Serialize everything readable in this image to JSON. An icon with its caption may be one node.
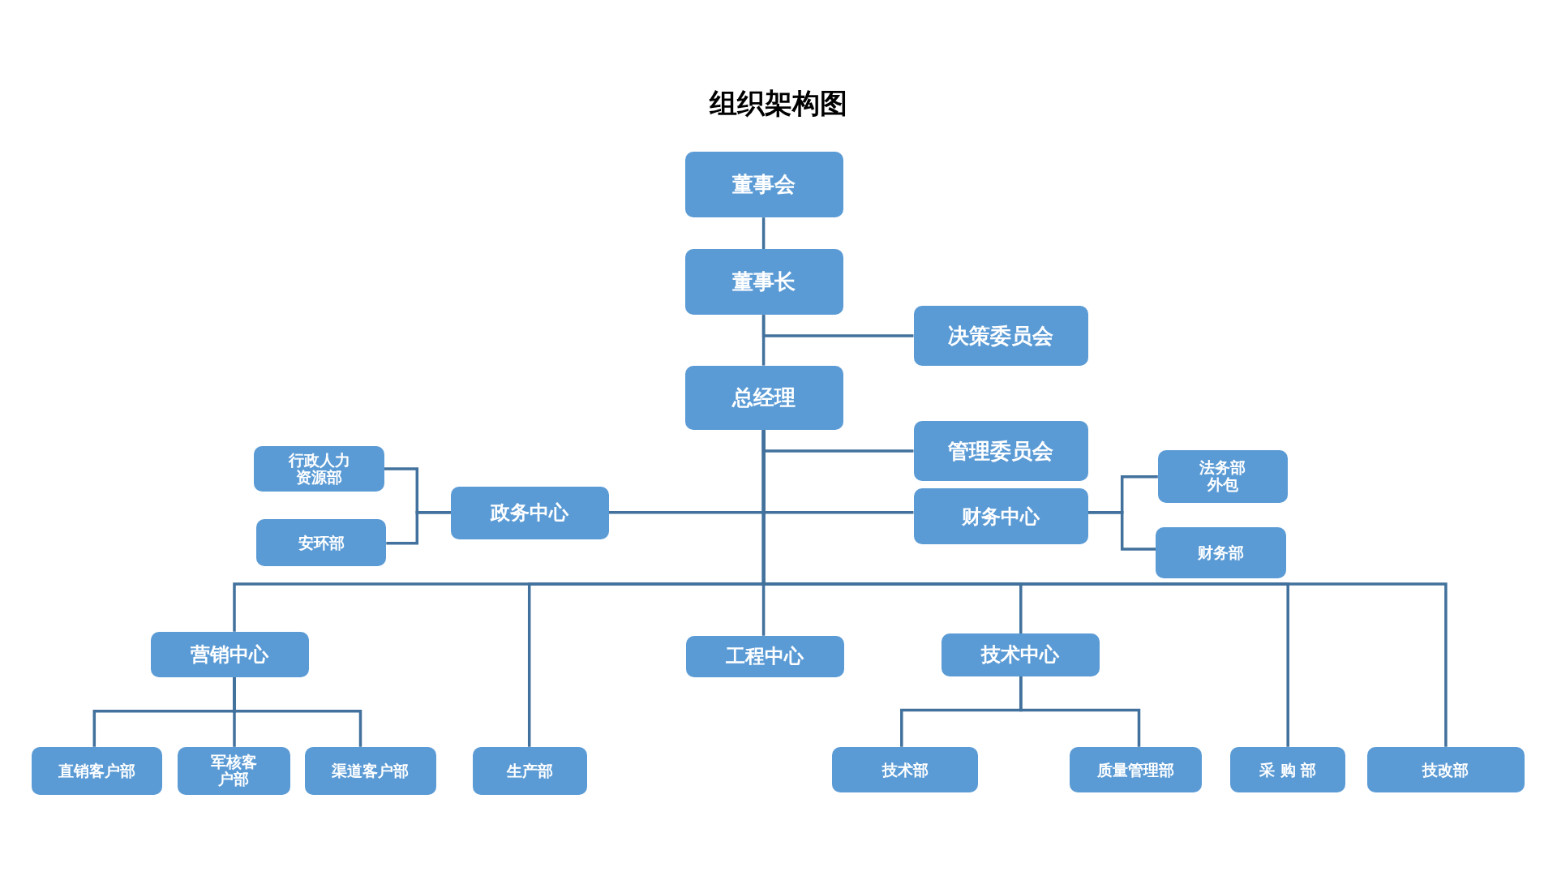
{
  "diagram": {
    "title": "组织架构图",
    "nodes": [
      {
        "text": [
          "董事会"
        ]
      },
      {
        "text": [
          "董事长"
        ]
      },
      {
        "text": [
          "决策委员会"
        ]
      },
      {
        "text": [
          "总经理"
        ]
      },
      {
        "text": [
          "管理委员会"
        ]
      },
      {
        "text": [
          "行政人力资源部"
        ]
      },
      {
        "text": [
          "安环部"
        ]
      },
      {
        "text": [
          "政务中心"
        ]
      },
      {
        "text": [
          "财务中心"
        ]
      },
      {
        "text": [
          "法务部外包"
        ]
      },
      {
        "text": [
          "财务部"
        ]
      },
      {
        "text": [
          "营销中心"
        ]
      },
      {
        "text": [
          "工程中心"
        ]
      },
      {
        "text": [
          "技术中心"
        ]
      },
      {
        "text": [
          "直销客户部"
        ]
      },
      {
        "text": [
          "军核客户部"
        ]
      },
      {
        "text": [
          "渠道客户部"
        ]
      },
      {
        "text": [
          "生产部"
        ]
      },
      {
        "text": [
          "技术部"
        ]
      },
      {
        "text": [
          "质量管理部"
        ]
      },
      {
        "text": [
          "采 购 部"
        ]
      },
      {
        "text": [
          "技改部"
        ]
      }
    ],
    "edges": [
      {
        "from": 0,
        "to": 1,
        "arrow": "none"
      },
      {
        "from": 1,
        "to": 2,
        "arrow": "none"
      },
      {
        "from": 1,
        "to": 3,
        "arrow": "none"
      },
      {
        "from": 3,
        "to": 4,
        "arrow": "none"
      },
      {
        "from": 3,
        "to": 7,
        "arrow": "none"
      },
      {
        "from": 3,
        "to": 8,
        "arrow": "none"
      },
      {
        "from": 3,
        "to": 11,
        "arrow": "none"
      },
      {
        "from": 3,
        "to": 17,
        "arrow": "none"
      },
      {
        "from": 3,
        "to": 12,
        "arrow": "none"
      },
      {
        "from": 3,
        "to": 13,
        "arrow": "none"
      },
      {
        "from": 3,
        "to": 20,
        "arrow": "none"
      },
      {
        "from": 3,
        "to": 21,
        "arrow": "none"
      },
      {
        "from": 7,
        "to": 5,
        "arrow": "none"
      },
      {
        "from": 7,
        "to": 6,
        "arrow": "none"
      },
      {
        "from": 8,
        "to": 9,
        "arrow": "none"
      },
      {
        "from": 8,
        "to": 10,
        "arrow": "none"
      },
      {
        "from": 11,
        "to": 14,
        "arrow": "none"
      },
      {
        "from": 11,
        "to": 15,
        "arrow": "none"
      },
      {
        "from": 11,
        "to": 16,
        "arrow": "none"
      },
      {
        "from": 13,
        "to": 18,
        "arrow": "none"
      },
      {
        "from": 13,
        "to": 19,
        "arrow": "none"
      }
    ]
  }
}
